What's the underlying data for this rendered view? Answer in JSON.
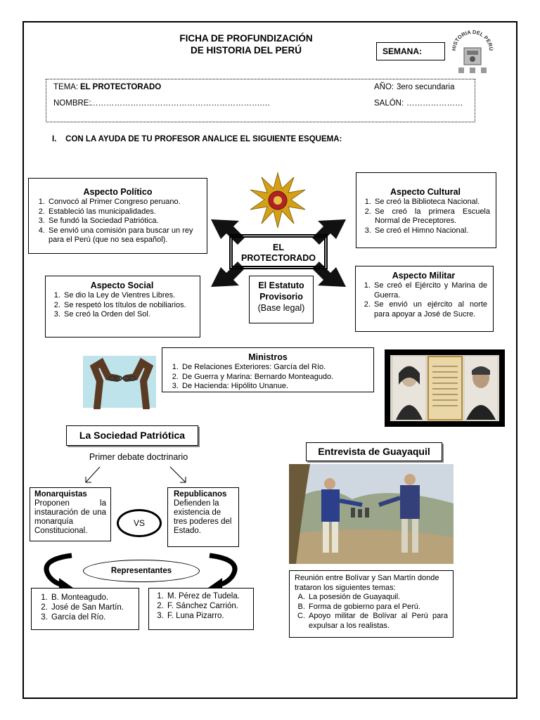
{
  "header": {
    "title_line1": "FICHA DE PROFUNDIZACIÓN",
    "title_line2": "DE HISTORIA DEL PERÚ",
    "semana_label": "SEMANA:",
    "logo_text": "HISTORIA DEL PERÚ"
  },
  "info": {
    "tema_label": "TEMA:",
    "tema_value": "EL PROTECTORADO",
    "anio_label": "AÑO:",
    "anio_value": "3ero secundaria",
    "nombre_label": "NOMBRE:",
    "nombre_blank": "……………………………………………………….…",
    "salon_label": "SALÓN:",
    "salon_blank": "…………………"
  },
  "section_heading": "I.    CON LA AYUDA DE TU PROFESOR ANALICE EL SIGUIENTE ESQUEMA:",
  "center": {
    "line1": "EL",
    "line2": "PROTECTORADO",
    "estatuto_line1": "El Estatuto",
    "estatuto_line2": "Provisorio",
    "estatuto_line3": "(Base legal)"
  },
  "politico": {
    "title": "Aspecto Político",
    "items": [
      "Convocó al Primer Congreso peruano.",
      "Estableció las municipalidades.",
      "Se fundó la Sociedad Patriótica.",
      "Se envió una comisión para buscar un rey para el Perú (que no sea español)."
    ]
  },
  "cultural": {
    "title": "Aspecto Cultural",
    "items": [
      "Se creó la Biblioteca Nacional.",
      "Se creó la primera Escuela Normal de Preceptores.",
      "Se creó el Himno Nacional."
    ]
  },
  "social": {
    "title": "Aspecto Social",
    "items": [
      "Se dio la Ley de Vientres Libres.",
      "Se respetó los títulos de nobiliarios.",
      "Se creó la Orden del Sol."
    ]
  },
  "militar": {
    "title": "Aspecto Militar",
    "items": [
      "Se creó el Ejército y Marina de Guerra.",
      "Se envió un ejército al norte para apoyar a José de Sucre."
    ]
  },
  "ministros": {
    "title": "Ministros",
    "items": [
      "De Relaciones Exteriores: García del Río.",
      "De Guerra y Marina: Bernardo Monteagudo.",
      "De Hacienda: Hipólito Unanue."
    ]
  },
  "sociedad": {
    "title": "La Sociedad Patriótica",
    "debate": "Primer debate doctrinario",
    "monarquistas_title": "Monarquistas",
    "monarquistas_text": "Proponen la instauración de una monarquía Constitucional.",
    "republicanos_title": "Republicanos",
    "republicanos_text": "Defienden la existencia de tres poderes del Estado.",
    "vs": "VS",
    "representantes": "Representantes",
    "monarquistas_reps": [
      "B. Monteagudo.",
      "José de San Martín.",
      "García del Río."
    ],
    "republicanos_reps": [
      "M. Pérez de Tudela.",
      "F. Sánchez Carrión.",
      "F. Luna Pizarro."
    ]
  },
  "guayaquil": {
    "title": "Entrevista de Guayaquil",
    "intro": "Reunión entre Bolívar y San Martín donde trataron los siguientes temas:",
    "items": [
      "La posesión de Guayaquil.",
      "Forma de gobierno para el Perú.",
      "Apoyo militar de Bolívar al Perú para expulsar a los realistas."
    ]
  }
}
